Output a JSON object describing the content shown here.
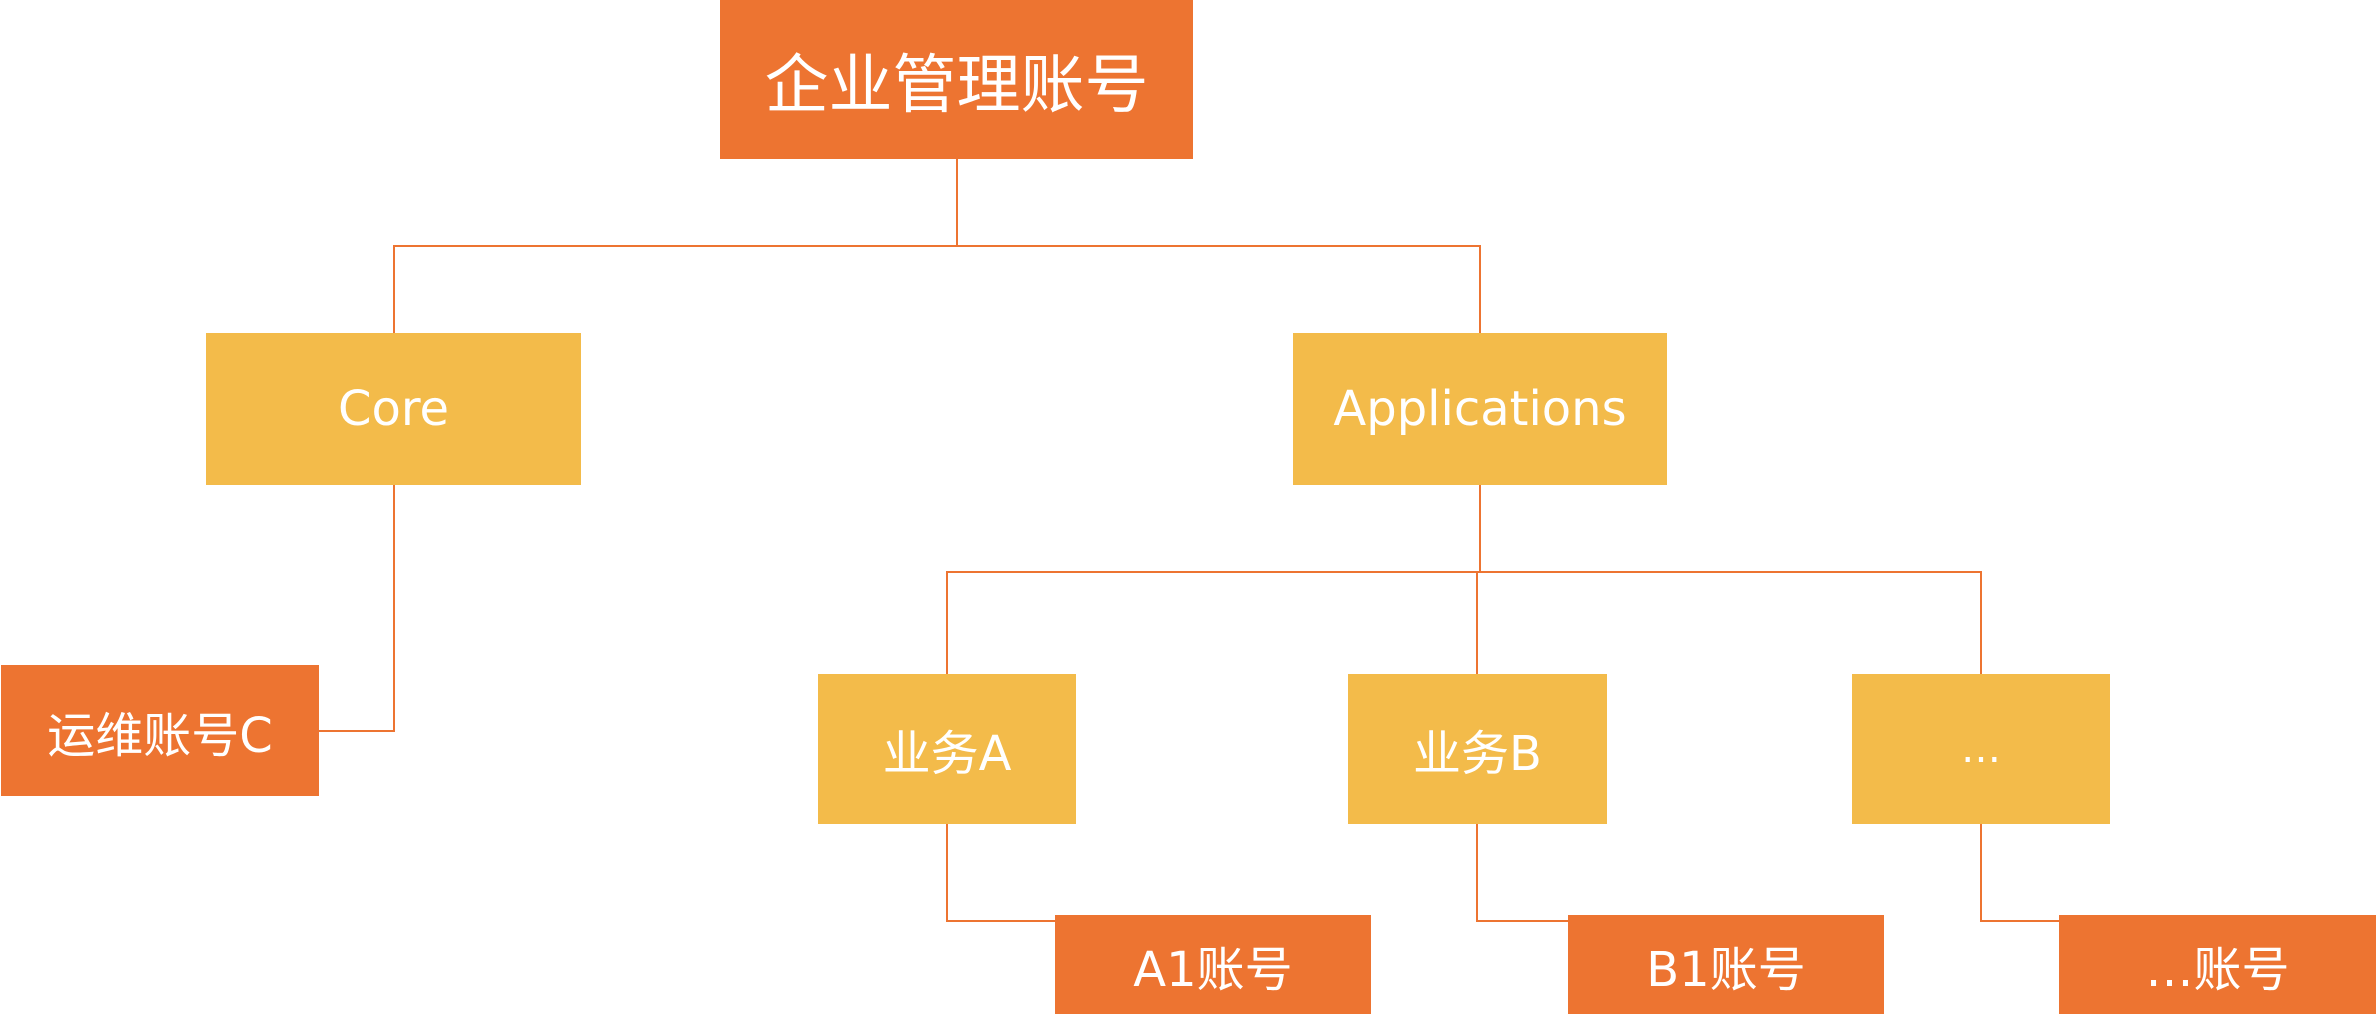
{
  "diagram": {
    "title": "企业管理账号",
    "colors": {
      "account": "#ed7431",
      "group": "#f3bb4a",
      "connector": "#ed7431",
      "text": "#ffffff"
    },
    "nodes": {
      "root": {
        "label": "企业管理账号",
        "type": "account"
      },
      "core": {
        "label": "Core",
        "type": "group"
      },
      "applications": {
        "label": "Applications",
        "type": "group"
      },
      "ops_account_c": {
        "label": "运维账号C",
        "type": "account"
      },
      "business_a": {
        "label": "业务A",
        "type": "group"
      },
      "business_b": {
        "label": "业务B",
        "type": "group"
      },
      "business_more": {
        "label": "…",
        "type": "group"
      },
      "account_a1": {
        "label": "A1账号",
        "type": "account"
      },
      "account_b1": {
        "label": "B1账号",
        "type": "account"
      },
      "account_more": {
        "label": "…账号",
        "type": "account"
      }
    },
    "edges": [
      [
        "root",
        "core"
      ],
      [
        "root",
        "applications"
      ],
      [
        "core",
        "ops_account_c"
      ],
      [
        "applications",
        "business_a"
      ],
      [
        "applications",
        "business_b"
      ],
      [
        "applications",
        "business_more"
      ],
      [
        "business_a",
        "account_a1"
      ],
      [
        "business_b",
        "account_b1"
      ],
      [
        "business_more",
        "account_more"
      ]
    ]
  }
}
